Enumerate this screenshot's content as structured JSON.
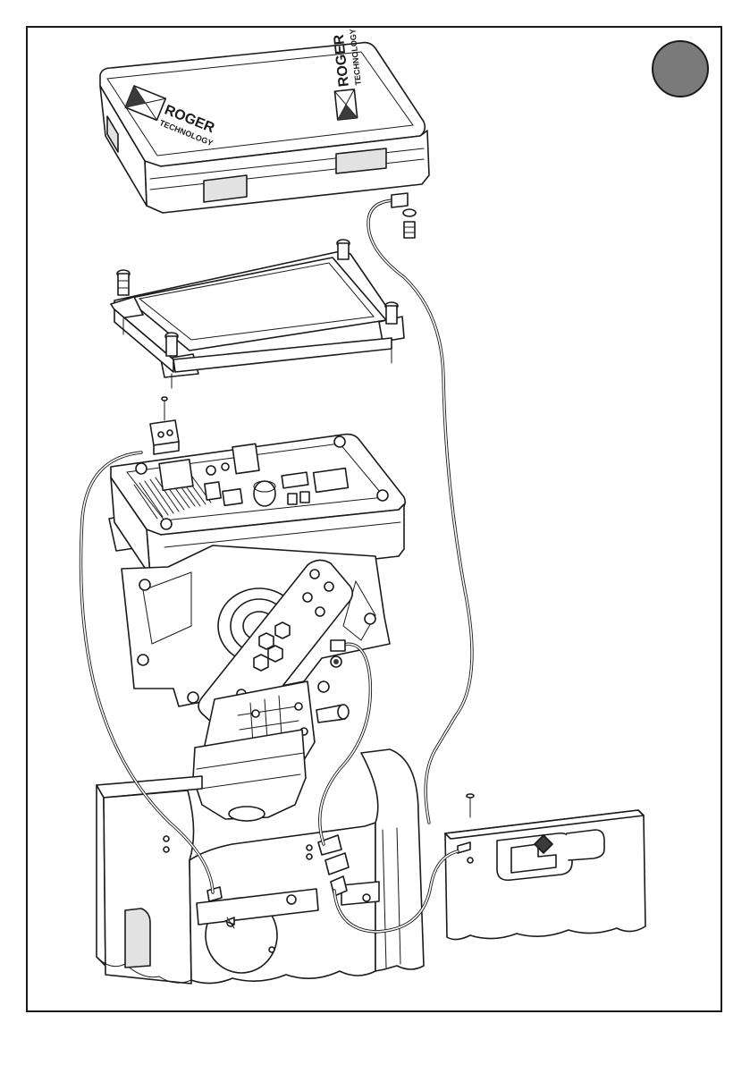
{
  "figure": {
    "badge_color": "#7a7a7a",
    "line_color": "#1a1a1a"
  },
  "logos": [
    {
      "brand": "ROGER",
      "tagline": "TECHNOLOGY"
    },
    {
      "brand": "ROGER",
      "tagline": "TECHNOLOGY"
    }
  ],
  "parts": {
    "outer_cover": "outer-cover",
    "inner_lid": "inner-lid",
    "control_unit": "control-unit",
    "gearmotor": "gearmotor",
    "base_housing": "base-housing",
    "side_panel": "side-panel"
  }
}
